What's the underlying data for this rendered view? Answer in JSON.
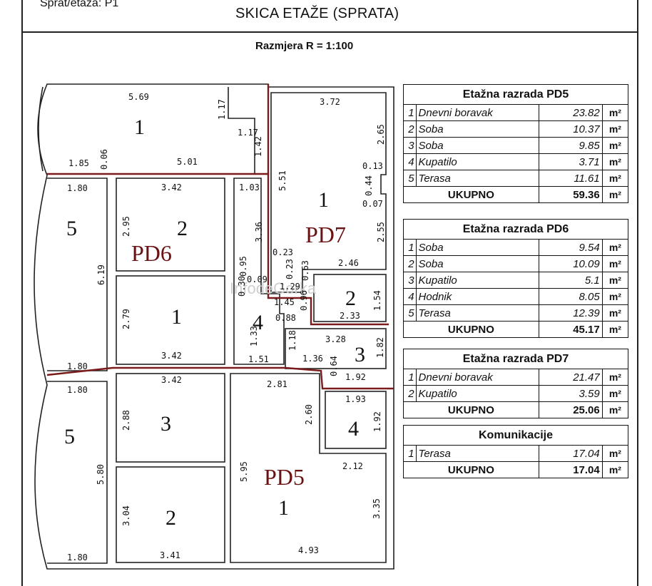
{
  "header": {
    "floor_label": "Sprat/etaža: P1",
    "title": "SKICA ETAŽE (SPRATA)",
    "scale": "Razmjera R = 1:100"
  },
  "watermark": "InfodeGorka",
  "plan": {
    "units": [
      "PD7",
      "PD6",
      "PD5"
    ],
    "rooms": [
      "1",
      "5",
      "2",
      "1",
      "1",
      "4",
      "2",
      "3",
      "5",
      "3",
      "4",
      "1",
      "2"
    ],
    "dims": [
      "5.69",
      "1.17",
      "1.17",
      "1.42",
      "1.85",
      "0.06",
      "5.01",
      "3.72",
      "2.65",
      "0.13",
      "0.44",
      "0.07",
      "2.55",
      "5.51",
      "1.80",
      "3.42",
      "1.03",
      "2.95",
      "3.36",
      "6.19",
      "0.23",
      "0.23",
      "0.95",
      "0.09",
      "1.29",
      "0.63",
      "2.46",
      "0.30",
      "1.45",
      "0.96",
      "0.88",
      "2.33",
      "1.54",
      "2.79",
      "3.42",
      "1.80",
      "1.33",
      "1.51",
      "1.18",
      "3.28",
      "1.36",
      "1.82",
      "0.64",
      "1.92",
      "1.80",
      "3.42",
      "2.81",
      "2.60",
      "1.93",
      "1.92",
      "2.88",
      "5.95",
      "2.12",
      "5.80",
      "3.35",
      "3.04",
      "1.80",
      "3.41",
      "4.93"
    ]
  },
  "tables": [
    {
      "title": "Etažna razrada PD5",
      "rows": [
        {
          "no": "1",
          "name": "Dnevni boravak",
          "area": "23.82",
          "unit": "m²"
        },
        {
          "no": "2",
          "name": "Soba",
          "area": "10.37",
          "unit": "m²"
        },
        {
          "no": "3",
          "name": "Soba",
          "area": "9.85",
          "unit": "m²"
        },
        {
          "no": "4",
          "name": "Kupatilo",
          "area": "3.71",
          "unit": "m²"
        },
        {
          "no": "5",
          "name": "Terasa",
          "area": "11.61",
          "unit": "m²"
        }
      ],
      "total_label": "UKUPNO",
      "total": "59.36",
      "total_unit": "m²"
    },
    {
      "title": "Etažna razrada PD6",
      "rows": [
        {
          "no": "1",
          "name": "Soba",
          "area": "9.54",
          "unit": "m²"
        },
        {
          "no": "2",
          "name": "Soba",
          "area": "10.09",
          "unit": "m²"
        },
        {
          "no": "3",
          "name": "Kupatilo",
          "area": "5.1",
          "unit": "m²"
        },
        {
          "no": "4",
          "name": "Hodnik",
          "area": "8.05",
          "unit": "m²"
        },
        {
          "no": "5",
          "name": "Terasa",
          "area": "12.39",
          "unit": "m²"
        }
      ],
      "total_label": "UKUPNO",
      "total": "45.17",
      "total_unit": "m²"
    },
    {
      "title": "Etažna razrada PD7",
      "rows": [
        {
          "no": "1",
          "name": "Dnevni boravak",
          "area": "21.47",
          "unit": "m²"
        },
        {
          "no": "2",
          "name": "Kupatilo",
          "area": "3.59",
          "unit": "m²"
        }
      ],
      "total_label": "UKUPNO",
      "total": "25.06",
      "total_unit": "m²"
    },
    {
      "title": "Komunikacije",
      "rows": [
        {
          "no": "1",
          "name": "Terasa",
          "area": "17.04",
          "unit": "m²"
        }
      ],
      "total_label": "UKUPNO",
      "total": "17.04",
      "total_unit": "m²"
    }
  ]
}
